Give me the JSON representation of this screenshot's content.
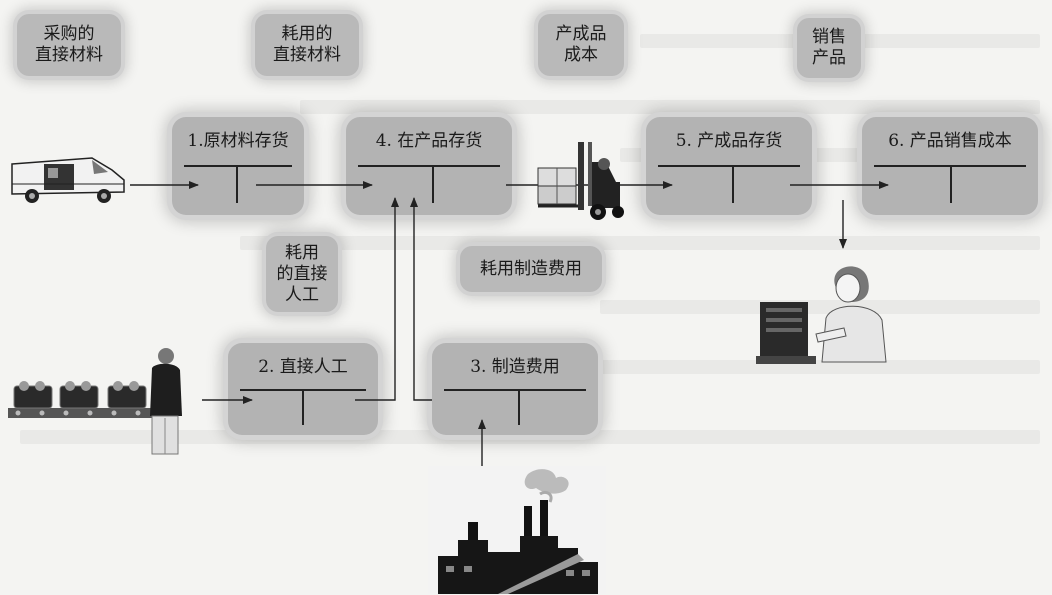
{
  "tags": {
    "purchased_materials": "采购的\n直接材料",
    "used_materials": "耗用的\n直接材料",
    "finished_cost": "产成品\n成本",
    "products_sold": "销售\n产品",
    "used_labor": "耗用\n的直接\n人工",
    "used_overhead": "耗用制造费用"
  },
  "accounts": {
    "raw_materials": "1.原材料存货",
    "wip": "4. 在产品存货",
    "finished_goods": "5. 产成品存货",
    "cogs": "6. 产品销售成本",
    "direct_labor": "2. 直接人工",
    "overhead": "3. 制造费用"
  },
  "icons": [
    "delivery-van-icon",
    "forklift-icon",
    "cashier-icon",
    "assembly-worker-icon",
    "factory-icon"
  ],
  "colors": {
    "box": "#b3b3b3",
    "box_glow": "#d4d4d4",
    "line": "#222222"
  }
}
